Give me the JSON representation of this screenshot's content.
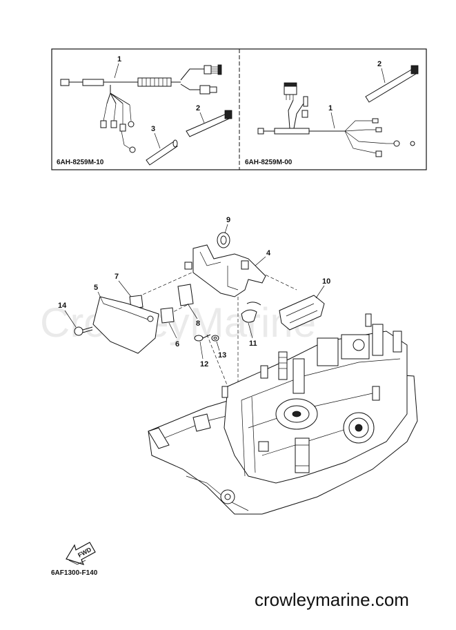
{
  "inset": {
    "left_code": "6AH-8259M-10",
    "right_code": "6AH-8259M-00",
    "left_callouts": [
      "1",
      "2",
      "3"
    ],
    "right_callouts": [
      "2",
      "1"
    ]
  },
  "callouts": [
    "9",
    "4",
    "7",
    "5",
    "10",
    "14",
    "8",
    "6",
    "11",
    "12",
    "13"
  ],
  "fwd_label": "FWD",
  "diagram_code": "6AF1300-F140",
  "watermark": "CrowleyMarine",
  "footer": "crowleymarine.com"
}
